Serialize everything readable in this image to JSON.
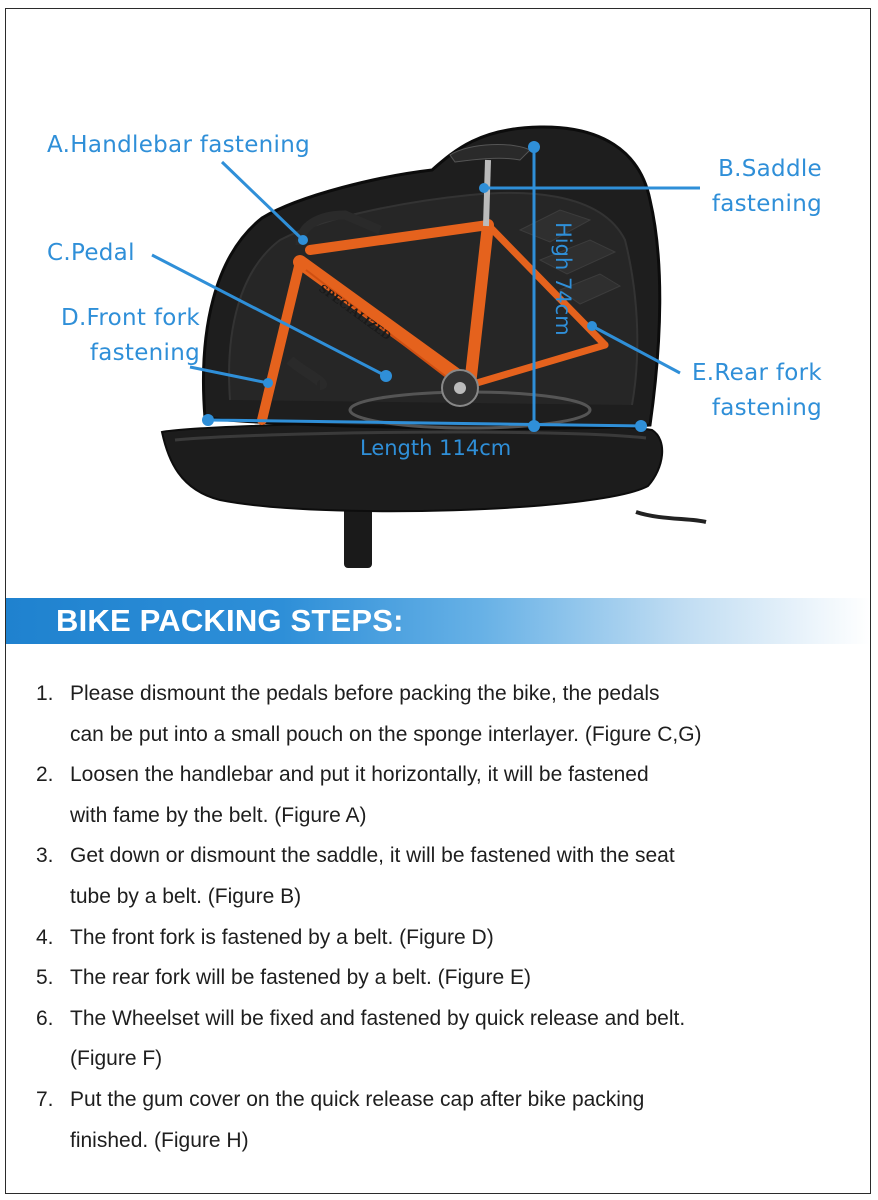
{
  "figure": {
    "callouts": {
      "handlebar": "A.Handlebar fastening",
      "saddle": "B.Saddle\nfastening",
      "pedal": "C.Pedal",
      "front_fork": "D.Front fork\nfastening",
      "rear_fork": "E.Rear fork\nfastening"
    },
    "bike_brand_text": "SPECIALIZED",
    "height_label": "High 74cm",
    "length_label": "Length 114cm",
    "colors": {
      "callout": "#2f8fd8",
      "frame_orange": "#e5621d",
      "case_black": "#1c1c1c",
      "banner": "#2e8fd8"
    }
  },
  "section": {
    "title": "BIKE PACKING STEPS:"
  },
  "steps": [
    {
      "num": "1.",
      "text": "Please dismount the pedals before packing the bike, the pedals\ncan be put into a small pouch on the sponge interlayer. (Figure C,G)"
    },
    {
      "num": "2.",
      "text": "Loosen the handlebar and put it horizontally, it will be fastened\nwith fame by the belt. (Figure A)"
    },
    {
      "num": "3.",
      "text": "Get down or dismount the saddle, it will be fastened with the seat\ntube by a belt. (Figure B)"
    },
    {
      "num": "4.",
      "text": "The front fork is fastened by a belt. (Figure D)"
    },
    {
      "num": "5.",
      "text": "The rear fork will be fastened by a belt. (Figure E)"
    },
    {
      "num": "6.",
      "text": "The Wheelset will be fixed and fastened by quick release and belt.\n(Figure F)"
    },
    {
      "num": "7.",
      "text": "Put the gum cover on the quick release cap after bike packing\nfinished. (Figure H)"
    }
  ]
}
